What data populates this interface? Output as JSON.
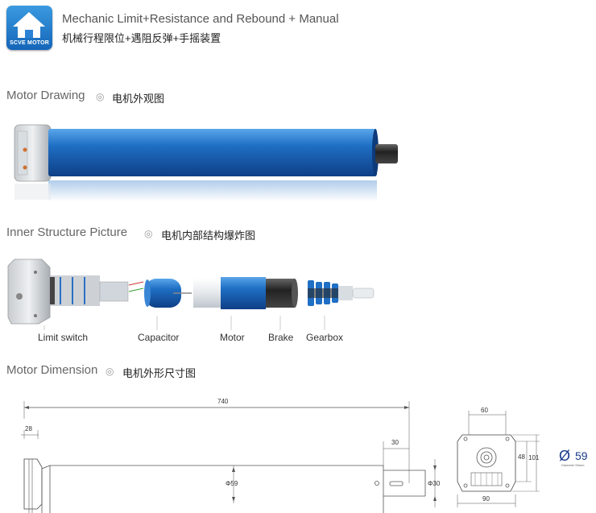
{
  "header": {
    "logo_text": "SCVE MOTOR",
    "title_en": "Mechanic Limit+Resistance and Rebound + Manual",
    "title_cn": "机械行程限位+遇阻反弹+手摇装置"
  },
  "sections": {
    "drawing": {
      "title": "Motor Drawing",
      "bullet": "◎",
      "title_cn": "电机外观图"
    },
    "structure": {
      "title": "Inner Structure Picture",
      "bullet": "◎",
      "title_cn": "电机内部结构爆炸图"
    },
    "dimension": {
      "title": "Motor Dimension",
      "bullet": "◎",
      "title_cn": "电机外形尺寸图"
    }
  },
  "parts": {
    "limit_switch": "Limit switch",
    "capacitor": "Capacitor",
    "motor": "Motor",
    "brake": "Brake",
    "gearbox": "Gearbox"
  },
  "dimensions": {
    "length": "740",
    "head": "28",
    "shaft": "30",
    "tube_dia": "Φ59",
    "shaft_dia": "Φ30",
    "top_width": "60",
    "inner_height": "48",
    "height": "101",
    "bottom_width": "90",
    "diameter": "59",
    "diameter_note": "Diameter 59mm",
    "diameter_symbol": "Ø"
  },
  "colors": {
    "tube_blue": "#1f6fc4",
    "dimension_blue": "#1a3d8a",
    "logo_blue": "#1c74cc"
  }
}
